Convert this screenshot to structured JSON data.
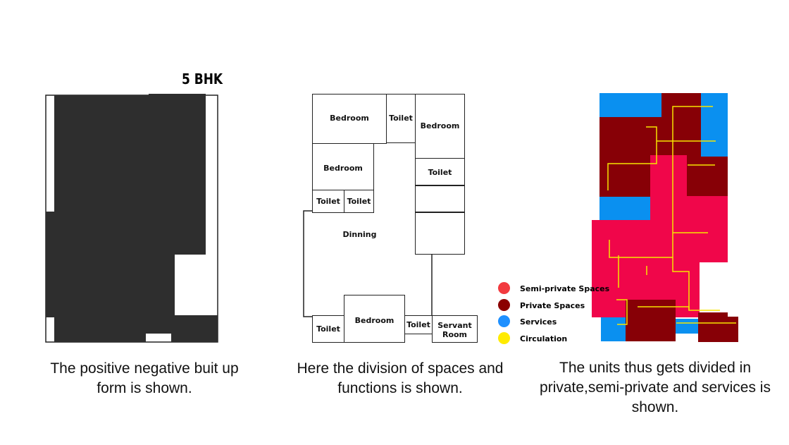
{
  "title": "5 BHK",
  "panel1": {
    "caption": "The positive negative buit up form is shown."
  },
  "panel2": {
    "caption": "Here the division of spaces and functions is shown.",
    "rooms": {
      "bedroom_top": "Bedroom",
      "toilet_top": "Toilet",
      "bedroom_right": "Bedroom",
      "bedroom_left": "Bedroom",
      "toilet_right": "Toilet",
      "toilet_a": "Toilet",
      "toilet_b": "Toilet",
      "dinning": "Dinning",
      "bedroom_bottom": "Bedroom",
      "toilet_bottom_left": "Toilet",
      "toilet_bottom_mid": "Toilet",
      "servant_room": "Servant Room"
    }
  },
  "panel3": {
    "caption": "The units thus gets divided in private,semi-private and services is shown.",
    "legend": [
      {
        "label": "Semi-private Spaces",
        "color": "#f23a3f"
      },
      {
        "label": "Private Spaces",
        "color": "#8b0000"
      },
      {
        "label": "Services",
        "color": "#1e90ff"
      },
      {
        "label": "Circulation",
        "color": "#ffeb00"
      }
    ],
    "colors": {
      "semi_private": "#f0064a",
      "private": "#870006",
      "services": "#0a90f0",
      "circulation": "#f5e600"
    }
  }
}
